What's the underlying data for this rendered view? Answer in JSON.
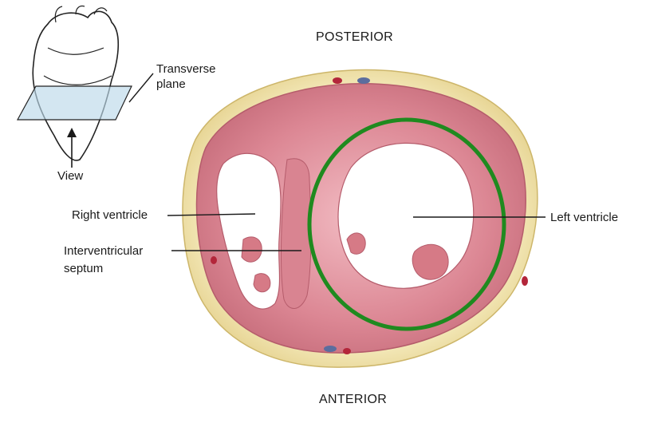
{
  "labels": {
    "posterior": "POSTERIOR",
    "anterior": "ANTERIOR",
    "transverse_line1": "Transverse",
    "transverse_line2": "plane",
    "view": "View",
    "right_ventricle": "Right ventricle",
    "interventricular_line1": "Interventricular",
    "interventricular_line2": "septum",
    "left_ventricle": "Left ventricle"
  },
  "colors": {
    "myocardium": "#d67a86",
    "myocardium_light": "#f0b4bc",
    "fat": "#efe2a8",
    "highlight_ring": "#1f8a1f",
    "leader_line": "#1a1a1a"
  }
}
